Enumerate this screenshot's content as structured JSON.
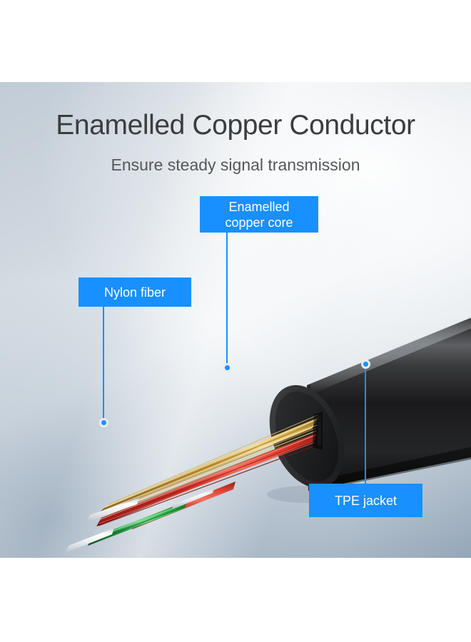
{
  "header": {
    "title": "Enamelled Copper Conductor",
    "subtitle": "Ensure steady signal transmission"
  },
  "callouts": [
    {
      "id": "enamelled-copper-core",
      "label": "Enamelled\ncopper core",
      "line1": "Enamelled",
      "line2": "copper core"
    },
    {
      "id": "nylon-fiber",
      "label": "Nylon fiber"
    },
    {
      "id": "tpe-jacket",
      "label": "TPE jacket"
    }
  ],
  "colors": {
    "accent": "#1890ff",
    "title_text": "#3a3d40",
    "subtitle_text": "#55585b",
    "label_text": "#ffffff",
    "jacket_black": "#1b1b1d",
    "jacket_highlight": "#55575a",
    "copper_gold": "#c99a3a",
    "copper_light": "#e6c169",
    "wire_red": "#cc2a22",
    "wire_green": "#1e9e3e",
    "nylon_white": "#f2f4f5",
    "panel_light": "#e9eef2",
    "panel_dark": "#94a6b8",
    "page_background": "#ffffff"
  },
  "artwork": {
    "subject": "cut-away-cable-illustration",
    "parts": [
      "tpe-jacket",
      "enamelled-copper-core-strands",
      "red-signal-wires",
      "green-signal-wire",
      "nylon-fiber-strands"
    ]
  }
}
